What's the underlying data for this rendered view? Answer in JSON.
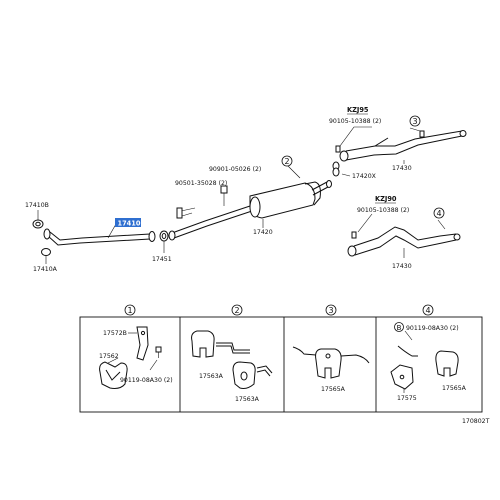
{
  "diagram": {
    "callouts": {
      "p17410B": "17410B",
      "p17410": "17410",
      "p17410A": "17410A",
      "p17451": "17451",
      "p17420": "17420",
      "p90501": "90501-35028 (2)",
      "p90901": "90901-05026 (2)",
      "p17420X": "17420X",
      "p17430a": "17430",
      "p17430b": "17430",
      "p90105a": "90105-10388 (2)",
      "p90105b": "90105-10388 (2)",
      "kzj95": "KZJ95",
      "kzj90": "KZJ90",
      "c2": "2",
      "c3": "3",
      "c4": "4"
    },
    "panels": {
      "h1": "1",
      "h2": "2",
      "h3": "3",
      "h4": "4",
      "p1_17572B": "17572B",
      "p1_17562": "17562",
      "p1_90119": "90119-08A30 (2)",
      "p2_17563A_a": "17563A",
      "p2_17563A_b": "17563A",
      "p3_17565A": "17565A",
      "p4_B": "B",
      "p4_90119": "90119-08A30 (2)",
      "p4_17575": "17575",
      "p4_17565A": "17565A"
    },
    "figure_code": "170802T",
    "highlight_color": "#2f6fd0"
  }
}
